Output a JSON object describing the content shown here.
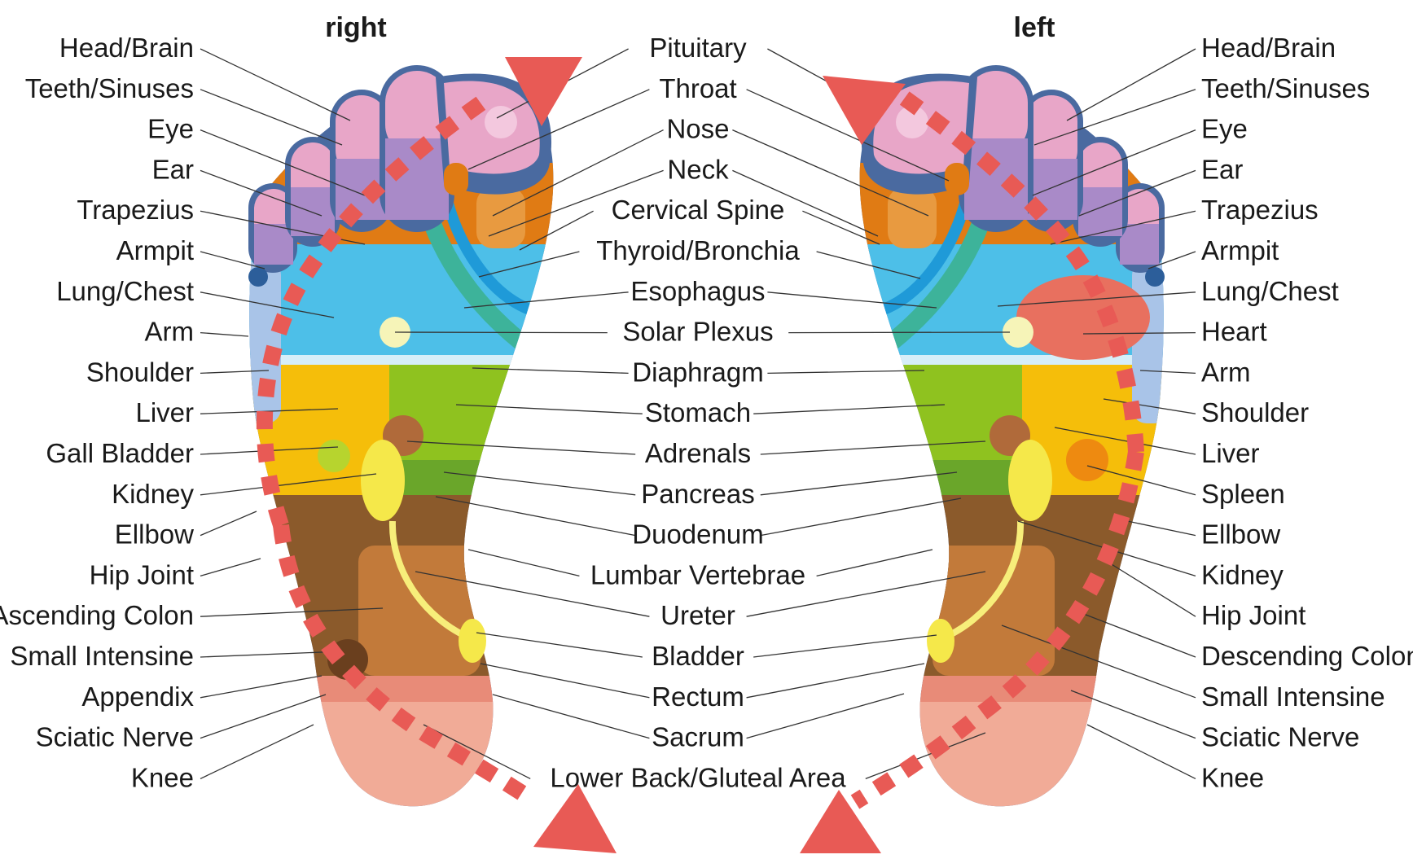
{
  "headings": {
    "right_foot": "right",
    "left_foot": "left"
  },
  "labels": {
    "right_outer": [
      "Head/Brain",
      "Teeth/Sinuses",
      "Eye",
      "Ear",
      "Trapezius",
      "Armpit",
      "Lung/Chest",
      "Arm",
      "Shoulder",
      "Liver",
      "Gall Bladder",
      "Kidney",
      "Ellbow",
      "Hip Joint",
      "Ascending Colon",
      "Small Intensine",
      "Appendix",
      "Sciatic Nerve",
      "Knee"
    ],
    "center": [
      "Pituitary",
      "Throat",
      "Nose",
      "Neck",
      "Cervical Spine",
      "Thyroid/Bronchia",
      "Esophagus",
      "Solar Plexus",
      "Diaphragm",
      "Stomach",
      "Adrenals",
      "Pancreas",
      "Duodenum",
      "Lumbar Vertebrae",
      "Ureter",
      "Bladder",
      "Rectum",
      "Sacrum",
      "Lower Back/Gluteal Area"
    ],
    "left_outer": [
      "Head/Brain",
      "Teeth/Sinuses",
      "Eye",
      "Ear",
      "Trapezius",
      "Armpit",
      "Lung/Chest",
      "Heart",
      "Arm",
      "Shoulder",
      "Liver",
      "Spleen",
      "Ellbow",
      "Kidney",
      "Hip Joint",
      "Descending Colon",
      "Small Intensine",
      "Sciatic Nerve",
      "Knee"
    ]
  },
  "colors": {
    "outline": "#4a6aa0",
    "toes": "#e8a6c8",
    "toe_base": "#a98ac8",
    "neck_band": "#e07b14",
    "lung": "#4dbfe8",
    "liver": "#f5be0a",
    "stomach": "#8fc21f",
    "pancreas": "#6aa62a",
    "intestine": "#8b5a2b",
    "colon": "#c27a3a",
    "heel": "#f1ab97",
    "heel_band": "#e88b78",
    "kidney": "#f5e84a",
    "heart": "#e8705f",
    "arrow": "#e85a55"
  }
}
